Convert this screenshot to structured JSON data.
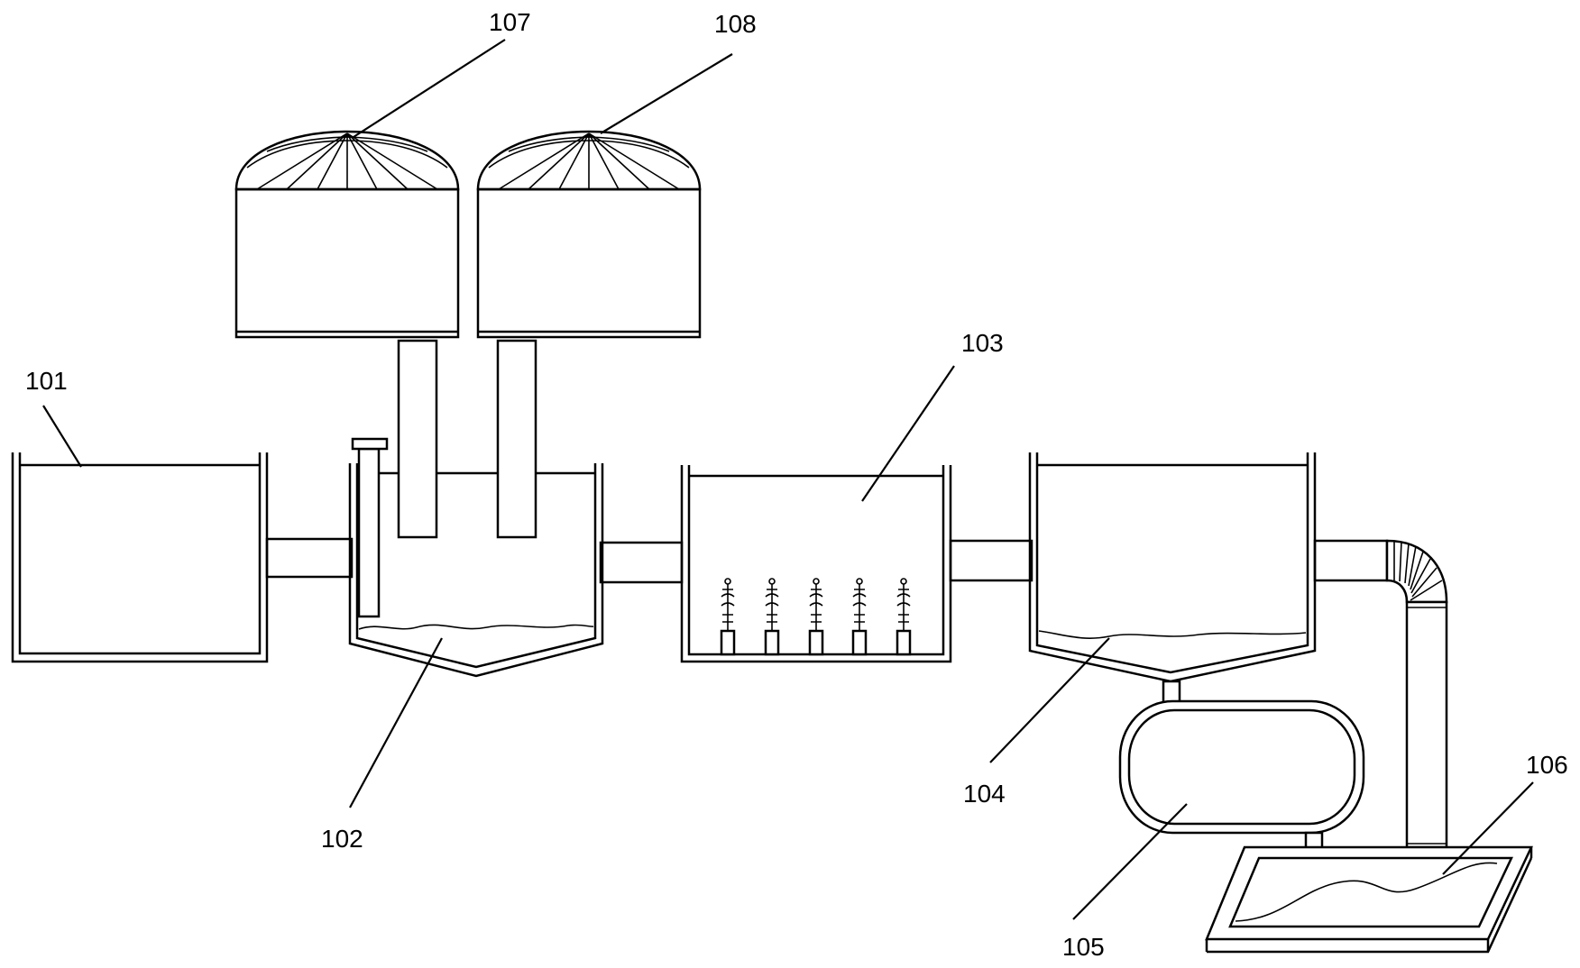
{
  "labels": {
    "l101": "101",
    "l102": "102",
    "l103": "103",
    "l104": "104",
    "l105": "105",
    "l106": "106",
    "l107": "107",
    "l108": "108"
  }
}
